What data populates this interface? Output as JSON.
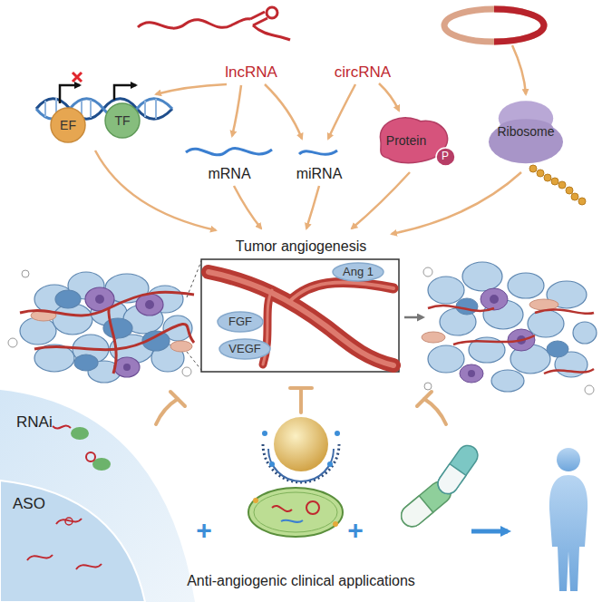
{
  "diagram": {
    "nodes": [
      {
        "text": [
          "EF"
        ]
      },
      {
        "text": [
          "TF"
        ]
      },
      {
        "text": [
          "Protein"
        ]
      },
      {
        "text": [
          "P"
        ],
        "in": 2
      },
      {
        "text": [
          "Ribosome"
        ]
      },
      {
        "text": [
          "Ang 1"
        ]
      },
      {
        "text": [
          "FGF"
        ]
      },
      {
        "text": [
          "VEGF"
        ]
      },
      {
        "text": [
          "RNAi"
        ]
      },
      {
        "text": [
          "ASO"
        ],
        "in": 8
      }
    ],
    "labels": [
      "lncRNA",
      "circRNA",
      "mRNA",
      "miRNA",
      "Tumor angiogenesis",
      "+",
      "+",
      "Anti-angiogenic clinical applications"
    ]
  }
}
